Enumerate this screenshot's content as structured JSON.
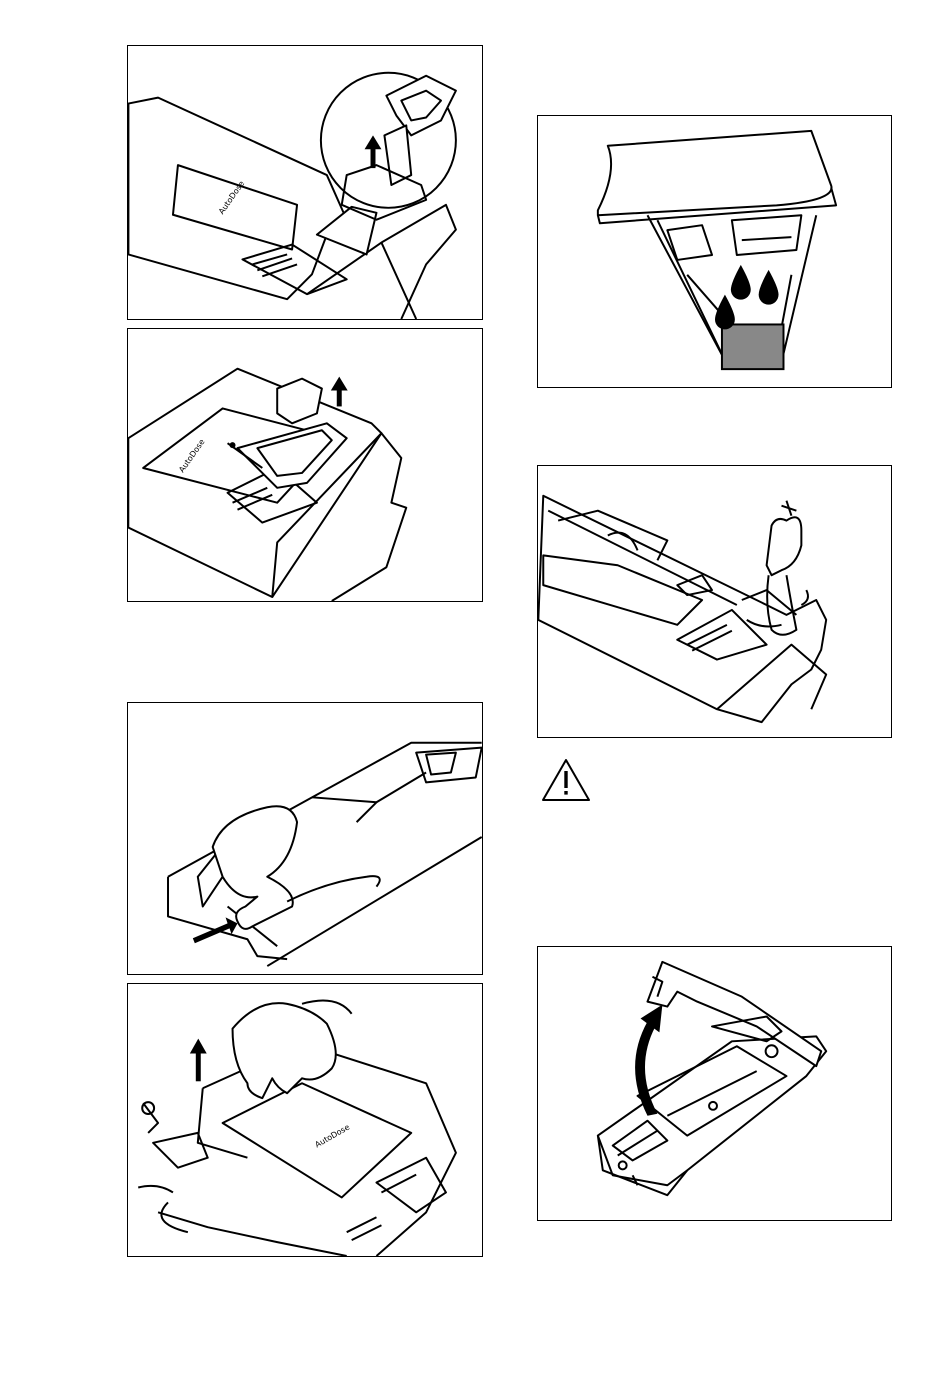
{
  "page": {
    "background": "#ffffff",
    "line_color": "#000000"
  },
  "figures": [
    {
      "id": "fig-1",
      "subject": "remove-autodose-cap-arrow-up",
      "label": "AutoDose"
    },
    {
      "id": "fig-2",
      "subject": "lift-autodose-container",
      "label": "AutoDose"
    },
    {
      "id": "fig-3",
      "subject": "press-release-lever-drawer"
    },
    {
      "id": "fig-4",
      "subject": "lift-drawer-cover-hand",
      "label": "AutoDose"
    },
    {
      "id": "fig-5",
      "subject": "drawer-cover-drips"
    },
    {
      "id": "fig-6",
      "subject": "rinse-drawer-under-tap"
    },
    {
      "id": "fig-7",
      "subject": "open-autodose-lid-curved-arrow"
    }
  ],
  "warning": {
    "icon": "warning-triangle-icon"
  }
}
